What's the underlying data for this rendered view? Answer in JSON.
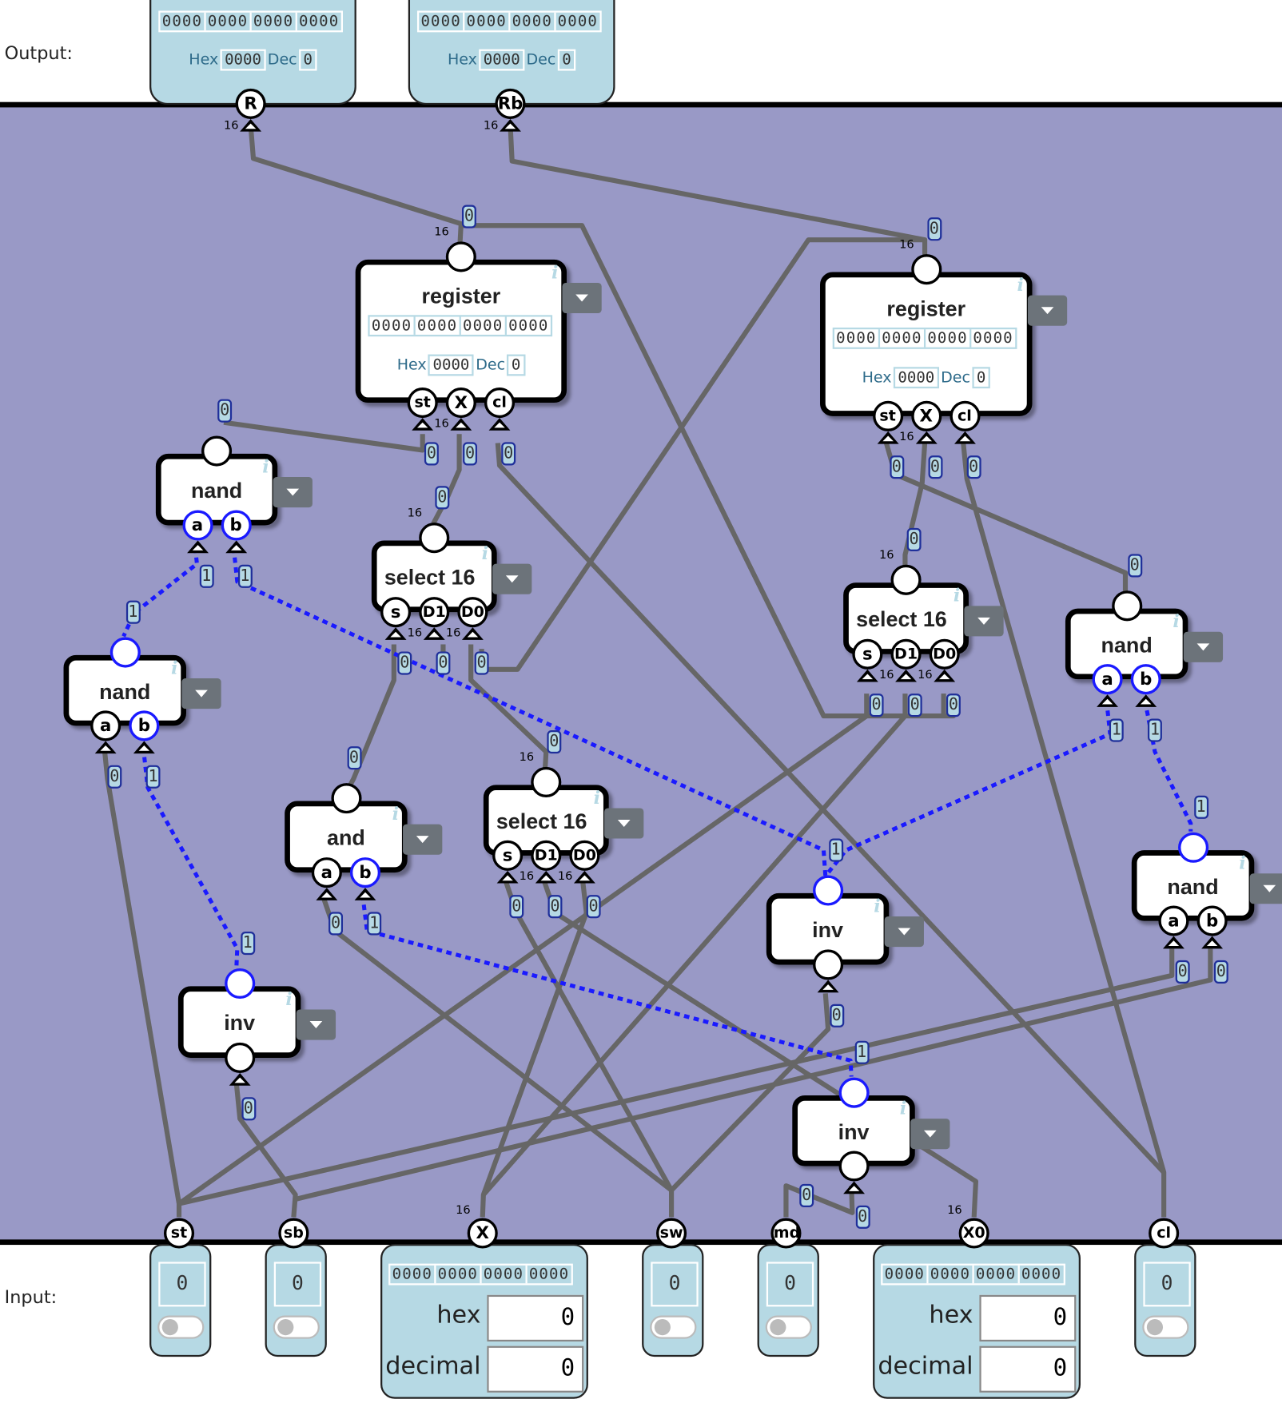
{
  "labels": {
    "output": "Output:",
    "input": "Input:"
  },
  "colors": {
    "canvas": "#9999c6",
    "wire": "#666666",
    "active_wire": "#1a1aff",
    "panel": "#b6d9e4",
    "dropdown": "#6c737a"
  },
  "outputs": [
    {
      "pin": "R",
      "width": "16",
      "bits": [
        "0000",
        "0000",
        "0000",
        "0000"
      ],
      "hex_label": "Hex",
      "hex": "0000",
      "dec_label": "Dec",
      "dec": "0"
    },
    {
      "pin": "Rb",
      "width": "16",
      "bits": [
        "0000",
        "0000",
        "0000",
        "0000"
      ],
      "hex_label": "Hex",
      "hex": "0000",
      "dec_label": "Dec",
      "dec": "0"
    }
  ],
  "components": [
    {
      "type": "register",
      "title": "register",
      "info": "i",
      "out": {
        "value": "0",
        "width": "16",
        "active": false
      },
      "bits": [
        "0000",
        "0000",
        "0000",
        "0000"
      ],
      "hex_label": "Hex",
      "hex": "0000",
      "dec_label": "Dec",
      "dec": "0",
      "pins": [
        {
          "name": "st",
          "value": "0",
          "width": "",
          "active": false
        },
        {
          "name": "X",
          "value": "0",
          "width": "16",
          "active": false
        },
        {
          "name": "cl",
          "value": "0",
          "width": "",
          "active": false
        }
      ]
    },
    {
      "type": "register",
      "title": "register",
      "info": "i",
      "out": {
        "value": "0",
        "width": "16",
        "active": false
      },
      "bits": [
        "0000",
        "0000",
        "0000",
        "0000"
      ],
      "hex_label": "Hex",
      "hex": "0000",
      "dec_label": "Dec",
      "dec": "0",
      "pins": [
        {
          "name": "st",
          "value": "0",
          "width": "",
          "active": false
        },
        {
          "name": "X",
          "value": "0",
          "width": "16",
          "active": false
        },
        {
          "name": "cl",
          "value": "0",
          "width": "",
          "active": false
        }
      ]
    },
    {
      "type": "nand",
      "title": "nand",
      "info": "i",
      "out": {
        "value": "0",
        "width": "",
        "active": false
      },
      "pins": [
        {
          "name": "a",
          "value": "1",
          "width": "",
          "active": true
        },
        {
          "name": "b",
          "value": "1",
          "width": "",
          "active": true
        }
      ]
    },
    {
      "type": "nand",
      "title": "nand",
      "info": "i",
      "out": {
        "value": "1",
        "width": "",
        "active": true
      },
      "pins": [
        {
          "name": "a",
          "value": "0",
          "width": "",
          "active": false
        },
        {
          "name": "b",
          "value": "1",
          "width": "",
          "active": true
        }
      ]
    },
    {
      "type": "select",
      "title": "select 16",
      "info": "i",
      "out": {
        "value": "0",
        "width": "16",
        "active": false
      },
      "pins": [
        {
          "name": "s",
          "value": "0",
          "width": "",
          "active": false
        },
        {
          "name": "D1",
          "value": "0",
          "width": "16",
          "active": false
        },
        {
          "name": "D0",
          "value": "0",
          "width": "16",
          "active": false
        }
      ]
    },
    {
      "type": "select",
      "title": "select 16",
      "info": "i",
      "out": {
        "value": "0",
        "width": "16",
        "active": false
      },
      "pins": [
        {
          "name": "s",
          "value": "0",
          "width": "",
          "active": false
        },
        {
          "name": "D1",
          "value": "0",
          "width": "16",
          "active": false
        },
        {
          "name": "D0",
          "value": "0",
          "width": "16",
          "active": false
        }
      ]
    },
    {
      "type": "nand",
      "title": "nand",
      "info": "i",
      "out": {
        "value": "0",
        "width": "",
        "active": false
      },
      "pins": [
        {
          "name": "a",
          "value": "1",
          "width": "",
          "active": true
        },
        {
          "name": "b",
          "value": "1",
          "width": "",
          "active": true
        }
      ]
    },
    {
      "type": "and",
      "title": "and",
      "info": "i",
      "out": {
        "value": "0",
        "width": "",
        "active": false
      },
      "pins": [
        {
          "name": "a",
          "value": "0",
          "width": "",
          "active": false
        },
        {
          "name": "b",
          "value": "1",
          "width": "",
          "active": true
        }
      ]
    },
    {
      "type": "select",
      "title": "select 16",
      "info": "i",
      "out": {
        "value": "0",
        "width": "16",
        "active": false
      },
      "pins": [
        {
          "name": "s",
          "value": "0",
          "width": "",
          "active": false
        },
        {
          "name": "D1",
          "value": "0",
          "width": "16",
          "active": false
        },
        {
          "name": "D0",
          "value": "0",
          "width": "16",
          "active": false
        }
      ]
    },
    {
      "type": "inv",
      "title": "inv",
      "info": "i",
      "out": {
        "value": "1",
        "width": "",
        "active": true
      },
      "pins": [
        {
          "name": "",
          "value": "0",
          "width": "",
          "active": false
        }
      ]
    },
    {
      "type": "nand",
      "title": "nand",
      "info": "i",
      "out": {
        "value": "1",
        "width": "",
        "active": true
      },
      "pins": [
        {
          "name": "a",
          "value": "0",
          "width": "",
          "active": false
        },
        {
          "name": "b",
          "value": "0",
          "width": "",
          "active": false
        }
      ]
    },
    {
      "type": "inv",
      "title": "inv",
      "info": "i",
      "out": {
        "value": "1",
        "width": "",
        "active": true
      },
      "pins": [
        {
          "name": "",
          "value": "0",
          "width": "",
          "active": false
        }
      ]
    },
    {
      "type": "inv",
      "title": "inv",
      "info": "i",
      "out": {
        "value": "1",
        "width": "",
        "active": true
      },
      "pins": [
        {
          "name": "",
          "value": "0",
          "width": "",
          "active": false
        }
      ]
    }
  ],
  "inputs": [
    {
      "pin": "st",
      "kind": "bit",
      "value": "0",
      "toggle_on": false
    },
    {
      "pin": "sb",
      "kind": "bit",
      "value": "0",
      "toggle_on": false
    },
    {
      "pin": "X",
      "kind": "word",
      "width": "16",
      "bits": [
        "0000",
        "0000",
        "0000",
        "0000"
      ],
      "hex_label": "hex",
      "hex": "0",
      "decimal_label": "decimal",
      "decimal": "0"
    },
    {
      "pin": "sw",
      "kind": "bit",
      "value": "0",
      "toggle_on": false
    },
    {
      "pin": "md",
      "kind": "bit",
      "value": "0",
      "toggle_on": false
    },
    {
      "pin": "X0",
      "kind": "word",
      "width": "16",
      "bits": [
        "0000",
        "0000",
        "0000",
        "0000"
      ],
      "hex_label": "hex",
      "hex": "0",
      "decimal_label": "decimal",
      "decimal": "0"
    },
    {
      "pin": "cl",
      "kind": "bit",
      "value": "0",
      "toggle_on": false
    }
  ],
  "wire_tags": [
    {
      "value": "0"
    }
  ]
}
